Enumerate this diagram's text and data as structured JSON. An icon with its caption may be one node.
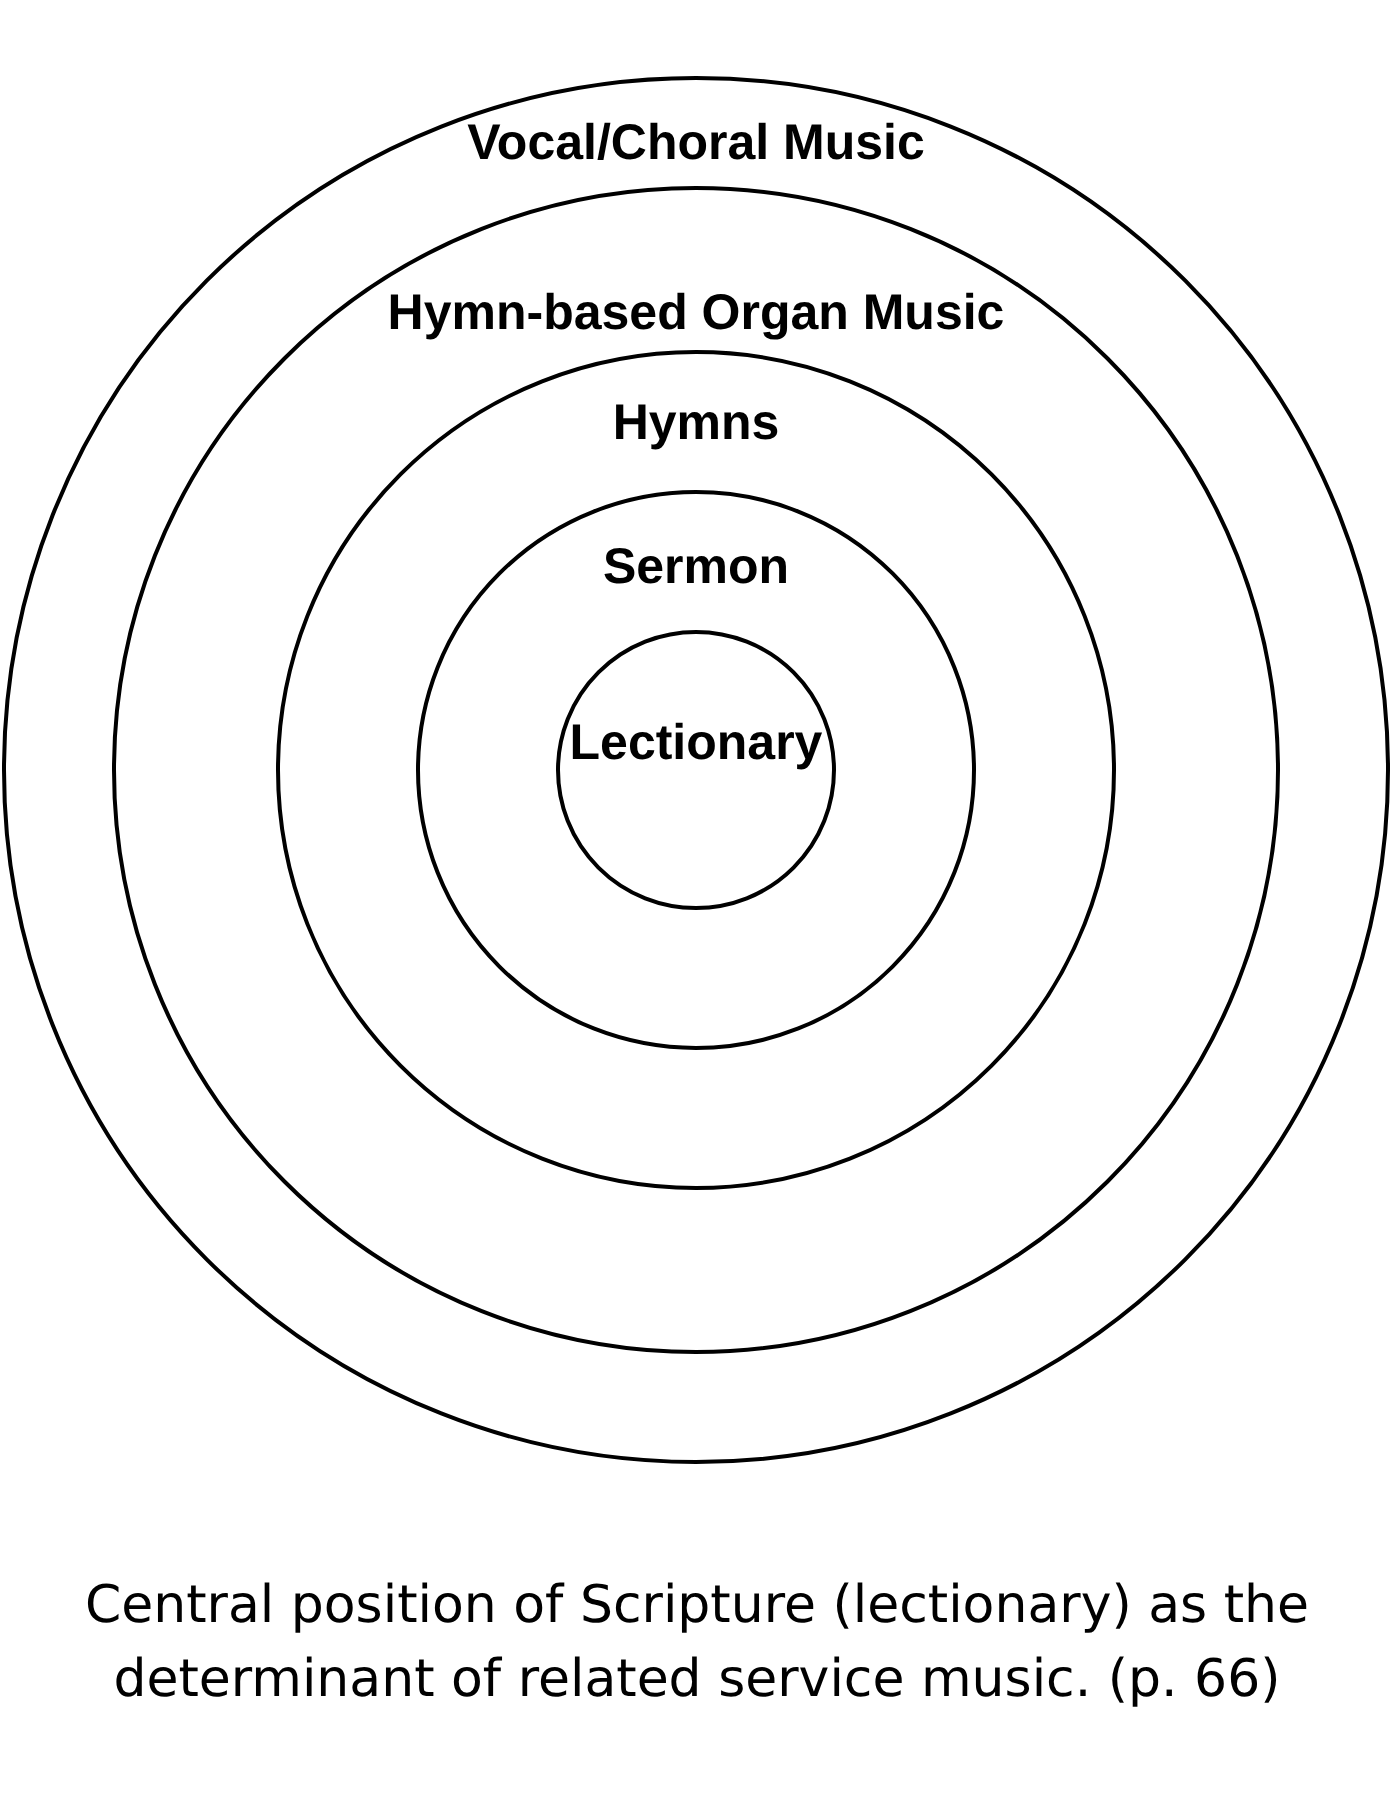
{
  "diagram": {
    "caption": "Central position of Scripture (lectionary) as the determinant of related service music. (p. 66)",
    "nodes": [
      {
        "text": [
          "Vocal/Choral Music"
        ]
      },
      {
        "text": [
          "Hymn-based Organ Music"
        ],
        "in": 0
      },
      {
        "text": [
          "Hymns"
        ],
        "in": 1
      },
      {
        "text": [
          "Sermon"
        ],
        "in": 2
      },
      {
        "text": [
          "Lectionary"
        ],
        "in": 3
      }
    ]
  }
}
